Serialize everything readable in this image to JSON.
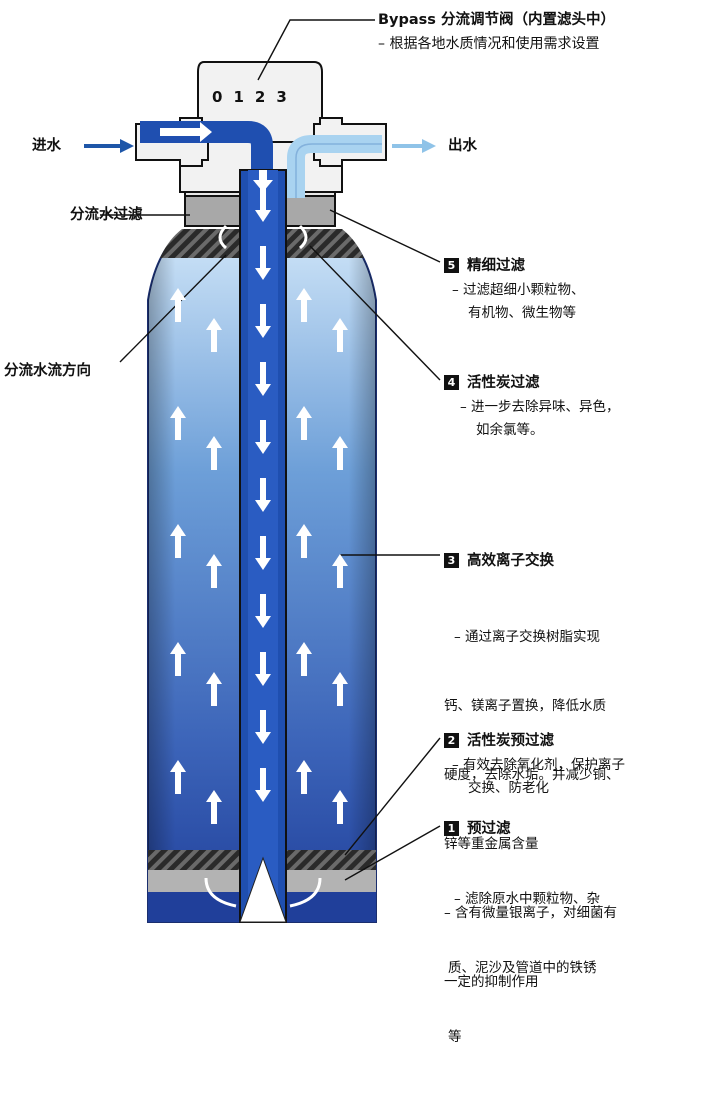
{
  "title": "Bypass 分流调节阀（内置滤头中）",
  "subtitle": "– 根据各地水质情况和使用需求设置",
  "dial_digits": [
    "0",
    "1",
    "2",
    "3"
  ],
  "inlet_label": "进水",
  "outlet_label": "出水",
  "bypass_filter_label": "分流水过滤",
  "bypass_flow_label": "分流水流方向",
  "stages": [
    {
      "num": "5",
      "title": "精细过滤",
      "lines": [
        "– 过滤超细小颗粒物、",
        "有机物、微生物等"
      ]
    },
    {
      "num": "4",
      "title": "活性炭过滤",
      "lines": [
        "– 进一步去除异味、异色，",
        "如余氯等。"
      ]
    },
    {
      "num": "3",
      "title": "高效离子交换",
      "lines": [
        "– 通过离子交换树脂实现",
        "钙、镁离子置换，降低水质",
        "硬度，去除水垢。并减少铜、",
        "锌等重金属含量",
        "– 含有微量银离子，对细菌有",
        "一定的抑制作用"
      ]
    },
    {
      "num": "2",
      "title": "活性炭预过滤",
      "lines": [
        "– 有效去除氧化剂，保护离子",
        "交换、防老化"
      ]
    },
    {
      "num": "1",
      "title": "预过滤",
      "lines": [
        "– 滤除原水中颗粒物、杂",
        "质、泥沙及管道中的铁锈",
        "等"
      ]
    }
  ],
  "colors": {
    "tank_dark": "#1e3a9a",
    "tank_light": "#c9e1f6",
    "pipe": "#1f4fb0",
    "layer_gray": "#b3b3b3",
    "inlet_arrow": "#1e56a8",
    "outlet_arrow": "#8fc3e8"
  }
}
